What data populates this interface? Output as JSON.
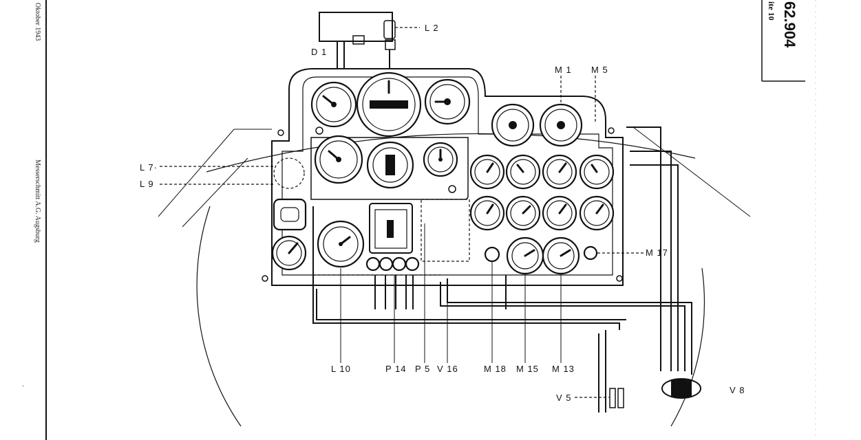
{
  "header": {
    "doc_number": "62.904",
    "page_label": "ite 10"
  },
  "margin": {
    "date": "Oktober 1943",
    "company": "Messerschmitt A.G. Augsburg"
  },
  "labels": {
    "L2": "L 2",
    "D1": "D 1",
    "M1": "M 1",
    "M5": "M 5",
    "L7": "L 7·",
    "L9": "L 9",
    "M17": "M 17",
    "V8": "V 8",
    "V5": "V 5",
    "L10": "L 10",
    "P14": "P 14",
    "P5": "P 5",
    "V16": "V 16",
    "M18": "M 18",
    "M15": "M 15",
    "M13": "M 13"
  }
}
